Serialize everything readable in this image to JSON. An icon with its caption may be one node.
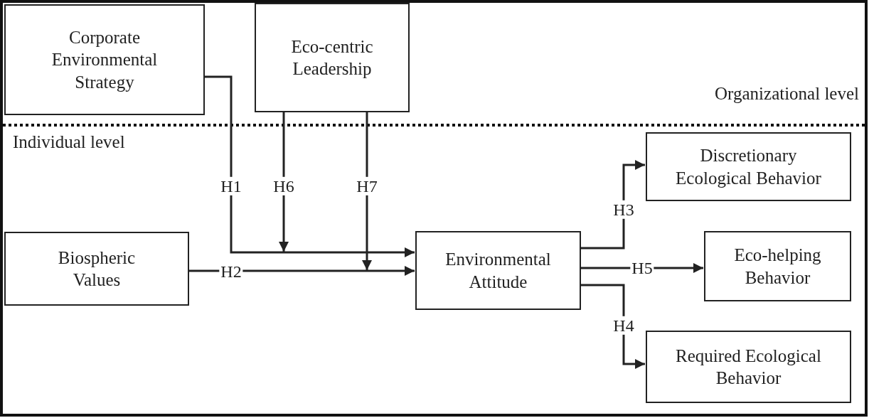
{
  "diagram": {
    "nodes": [
      {
        "text": [
          "Corporate Environmental Strategy"
        ]
      },
      {
        "text": [
          "Eco-centric Leadership"
        ]
      },
      {
        "text": [
          "Biospheric Values"
        ]
      },
      {
        "text": [
          "Environmental Attitude"
        ]
      },
      {
        "text": [
          "Discretionary Ecological Behavior"
        ]
      },
      {
        "text": [
          "Eco-helping Behavior"
        ]
      },
      {
        "text": [
          "Required Ecological Behavior"
        ]
      }
    ],
    "edges": [
      {
        "from": 0,
        "to": 3,
        "arrow": "to",
        "label": "H1"
      },
      {
        "from": 2,
        "to": 3,
        "arrow": "to",
        "label": "H2"
      },
      {
        "from": 1,
        "to": null,
        "arrow": "to",
        "label": "H6"
      },
      {
        "from": 1,
        "to": null,
        "arrow": "to",
        "label": "H7"
      },
      {
        "from": 3,
        "to": 4,
        "arrow": "to",
        "label": "H3"
      },
      {
        "from": 3,
        "to": 5,
        "arrow": "to",
        "label": "H5"
      },
      {
        "from": 3,
        "to": 6,
        "arrow": "to",
        "label": "H4"
      }
    ],
    "labels": [
      "Organizational level",
      "Individual level"
    ]
  }
}
